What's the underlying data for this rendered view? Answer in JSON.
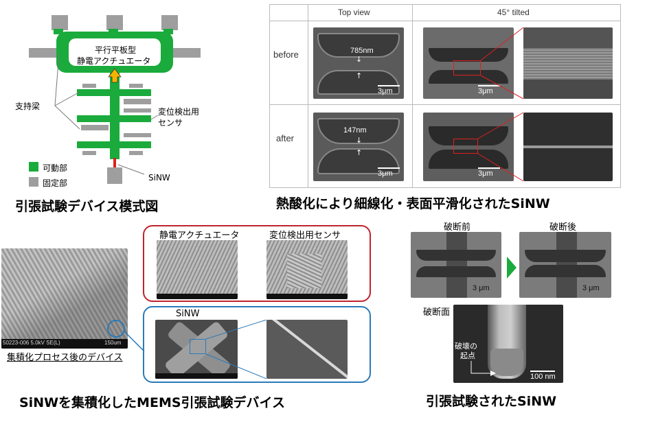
{
  "schematic": {
    "actuator_label_line1": "平行平板型",
    "actuator_label_line2": "静電アクチュエータ",
    "support_label": "支持梁",
    "sensor_label_line1": "変位検出用",
    "sensor_label_line2": "センサ",
    "legend_movable": "可動部",
    "legend_fixed": "固定部",
    "sinw_label": "SiNW",
    "caption": "引張試験デバイス模式図",
    "colors": {
      "movable": "#1aab3c",
      "fixed": "#9e9e9e",
      "arrow": "#f2b400",
      "sinw": "#e02020"
    }
  },
  "oxidation": {
    "col_top": "Top view",
    "col_tilted": "45° tilted",
    "row_before": "before",
    "row_after": "after",
    "gap_before": "785nm",
    "gap_after": "147nm",
    "scale": "3μm",
    "caption": "熱酸化により細線化・表面平滑化されたSiNW"
  },
  "integration": {
    "actuator_label": "静電アクチュエータ",
    "sensor_label": "変位検出用センサ",
    "sinw_label": "SiNW",
    "device_caption": "集積化プロセス後のデバイス",
    "sem_info": "50223-006 5.0kV SE(L)",
    "sem_scale": "150um",
    "caption": "SiNWを集積化したMEMS引張試験デバイス",
    "colors": {
      "red_frame": "#c0232c",
      "blue_frame": "#2a7ab8"
    }
  },
  "fracture": {
    "before_label": "破断前",
    "after_label": "破断後",
    "scale": "3 μm",
    "surface_label": "破断面",
    "origin_line1": "破壊の",
    "origin_line2": "起点",
    "surface_scale": "100 nm",
    "caption": "引張試験されたSiNW",
    "colors": {
      "arrow": "#1aab3c"
    }
  }
}
